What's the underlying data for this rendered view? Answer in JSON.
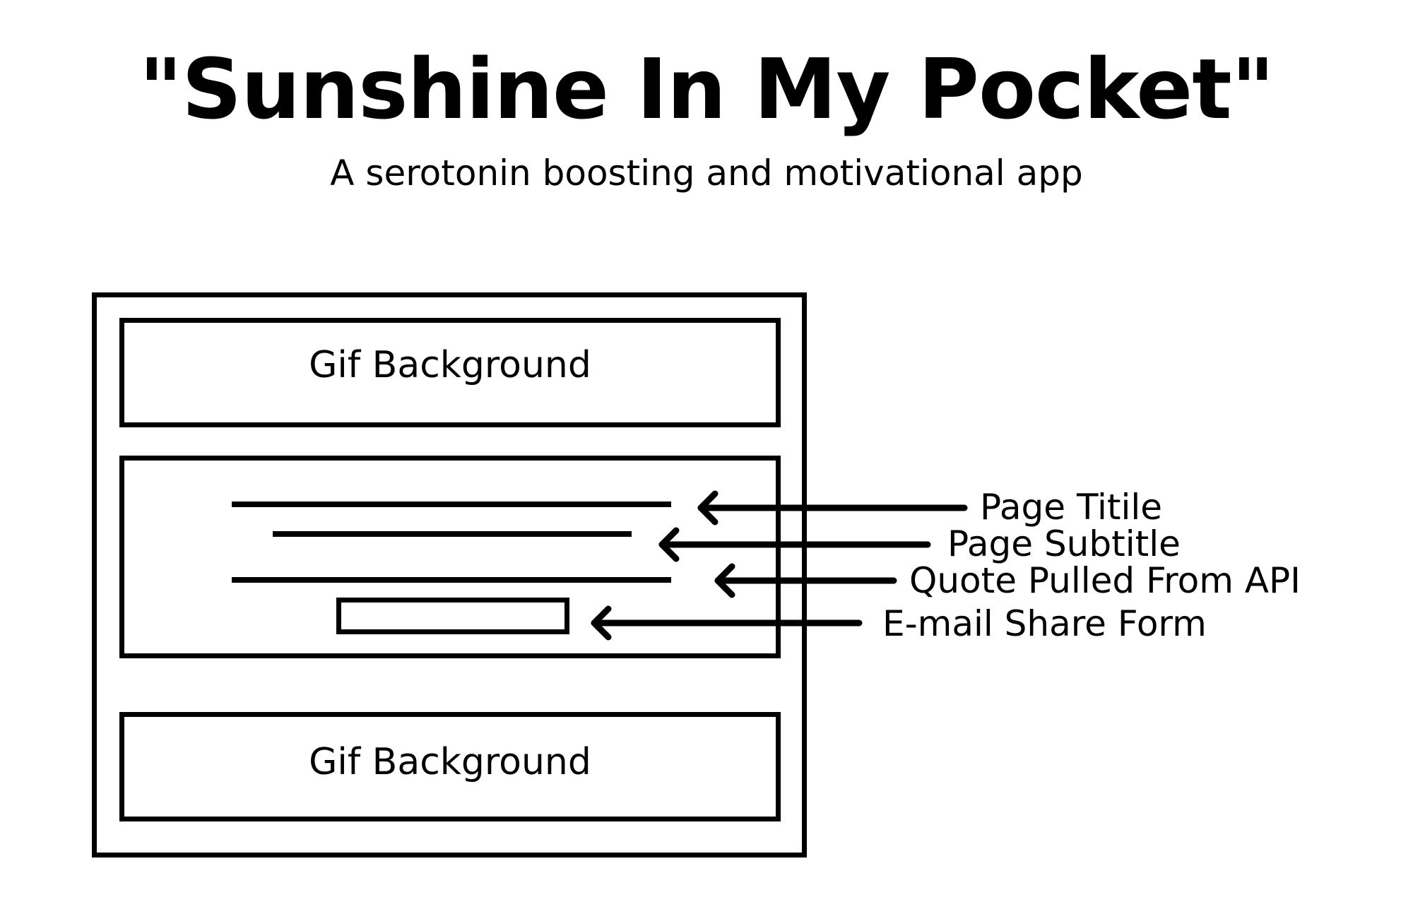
{
  "header": {
    "title": "\"Sunshine In My Pocket\"",
    "subtitle": "A serotonin boosting and motivational app"
  },
  "wireframe": {
    "top_box_label": "Gif Background",
    "bottom_box_label": "Gif Background"
  },
  "annotations": {
    "page_title": "Page Titile",
    "page_subtitle": "Page Subtitle",
    "quote": "Quote Pulled From API",
    "email_form": "E-mail Share Form"
  },
  "colors": {
    "stroke": "#000000",
    "background": "#ffffff"
  }
}
